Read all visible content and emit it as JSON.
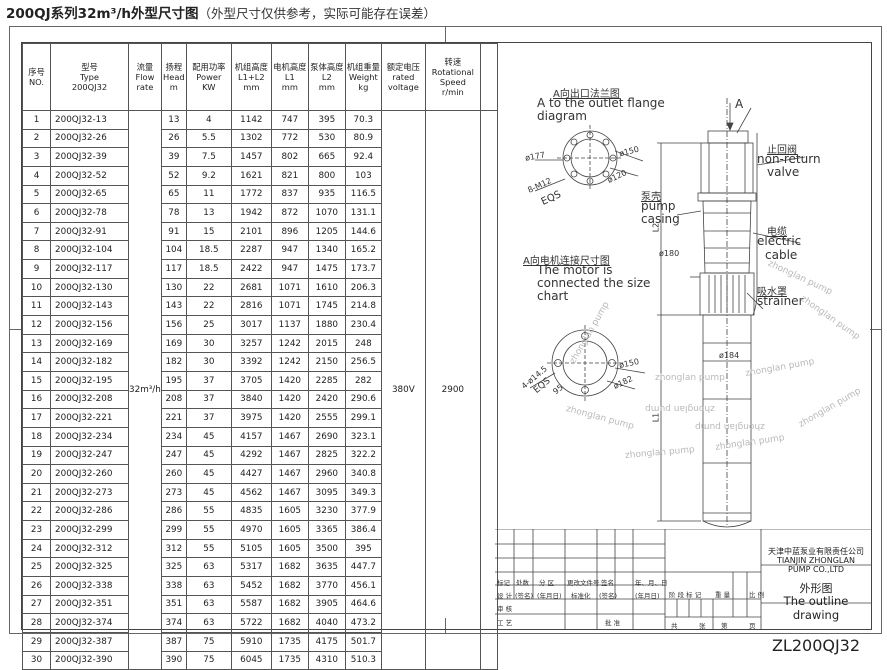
{
  "title": {
    "main": "200QJ系列32m³/h外型尺寸图",
    "note": "（外型尺寸仅供参考，实际可能存在误差）"
  },
  "table": {
    "headers": [
      {
        "cn": "序号",
        "en": "NO."
      },
      {
        "cn": "型号",
        "en": "Type 200QJ32"
      },
      {
        "cn": "流量",
        "en": "Flow rate"
      },
      {
        "cn": "扬程",
        "en": "Head m"
      },
      {
        "cn": "配用功率",
        "en": "Power KW"
      },
      {
        "cn": "机组高度",
        "en": "L1+L2 mm"
      },
      {
        "cn": "电机高度",
        "en": "L1 mm"
      },
      {
        "cn": "泵体高度",
        "en": "L2 mm"
      },
      {
        "cn": "机组重量",
        "en": "Weight kg"
      },
      {
        "cn": "额定电压",
        "en": "rated voltage"
      },
      {
        "cn": "转速",
        "en": "Rotational Speed r/min"
      }
    ],
    "flow_rate": "32m³/h",
    "voltage": "380V",
    "speed": "2900",
    "rows": [
      [
        "1",
        "200QJ32-13",
        "13",
        "4",
        "1142",
        "747",
        "395",
        "70.3"
      ],
      [
        "2",
        "200QJ32-26",
        "26",
        "5.5",
        "1302",
        "772",
        "530",
        "80.9"
      ],
      [
        "3",
        "200QJ32-39",
        "39",
        "7.5",
        "1457",
        "802",
        "665",
        "92.4"
      ],
      [
        "4",
        "200QJ32-52",
        "52",
        "9.2",
        "1621",
        "821",
        "800",
        "103"
      ],
      [
        "5",
        "200QJ32-65",
        "65",
        "11",
        "1772",
        "837",
        "935",
        "116.5"
      ],
      [
        "6",
        "200QJ32-78",
        "78",
        "13",
        "1942",
        "872",
        "1070",
        "131.1"
      ],
      [
        "7",
        "200QJ32-91",
        "91",
        "15",
        "2101",
        "896",
        "1205",
        "144.6"
      ],
      [
        "8",
        "200QJ32-104",
        "104",
        "18.5",
        "2287",
        "947",
        "1340",
        "165.2"
      ],
      [
        "9",
        "200QJ32-117",
        "117",
        "18.5",
        "2422",
        "947",
        "1475",
        "173.7"
      ],
      [
        "10",
        "200QJ32-130",
        "130",
        "22",
        "2681",
        "1071",
        "1610",
        "206.3"
      ],
      [
        "11",
        "200QJ32-143",
        "143",
        "22",
        "2816",
        "1071",
        "1745",
        "214.8"
      ],
      [
        "12",
        "200QJ32-156",
        "156",
        "25",
        "3017",
        "1137",
        "1880",
        "230.4"
      ],
      [
        "13",
        "200QJ32-169",
        "169",
        "30",
        "3257",
        "1242",
        "2015",
        "248"
      ],
      [
        "14",
        "200QJ32-182",
        "182",
        "30",
        "3392",
        "1242",
        "2150",
        "256.5"
      ],
      [
        "15",
        "200QJ32-195",
        "195",
        "37",
        "3705",
        "1420",
        "2285",
        "282"
      ],
      [
        "16",
        "200QJ32-208",
        "208",
        "37",
        "3840",
        "1420",
        "2420",
        "290.6"
      ],
      [
        "17",
        "200QJ32-221",
        "221",
        "37",
        "3975",
        "1420",
        "2555",
        "299.1"
      ],
      [
        "18",
        "200QJ32-234",
        "234",
        "45",
        "4157",
        "1467",
        "2690",
        "323.1"
      ],
      [
        "19",
        "200QJ32-247",
        "247",
        "45",
        "4292",
        "1467",
        "2825",
        "322.2"
      ],
      [
        "20",
        "200QJ32-260",
        "260",
        "45",
        "4427",
        "1467",
        "2960",
        "340.8"
      ],
      [
        "21",
        "200QJ32-273",
        "273",
        "45",
        "4562",
        "1467",
        "3095",
        "349.3"
      ],
      [
        "22",
        "200QJ32-286",
        "286",
        "55",
        "4835",
        "1605",
        "3230",
        "377.9"
      ],
      [
        "23",
        "200QJ32-299",
        "299",
        "55",
        "4970",
        "1605",
        "3365",
        "386.4"
      ],
      [
        "24",
        "200QJ32-312",
        "312",
        "55",
        "5105",
        "1605",
        "3500",
        "395"
      ],
      [
        "25",
        "200QJ32-325",
        "325",
        "63",
        "5317",
        "1682",
        "3635",
        "447.7"
      ],
      [
        "26",
        "200QJ32-338",
        "338",
        "63",
        "5452",
        "1682",
        "3770",
        "456.1"
      ],
      [
        "27",
        "200QJ32-351",
        "351",
        "63",
        "5587",
        "1682",
        "3905",
        "464.6"
      ],
      [
        "28",
        "200QJ32-374",
        "374",
        "63",
        "5722",
        "1682",
        "4040",
        "473.2"
      ],
      [
        "29",
        "200QJ32-387",
        "387",
        "75",
        "5910",
        "1735",
        "4175",
        "501.7"
      ],
      [
        "30",
        "200QJ32-390",
        "390",
        "75",
        "6045",
        "1735",
        "4310",
        "510.3"
      ]
    ]
  },
  "drawing": {
    "outlet_cn": "A向出口法兰图",
    "outlet_en1": "A to the outlet flange",
    "outlet_en2": "diagram",
    "arrow_a": "A",
    "d177": "ø177",
    "d150a": "ø150",
    "d120": "ø120",
    "bolts": "8-M12",
    "eqs1": "EQS",
    "check_cn": "止回阀",
    "check_en1": "non-return",
    "check_en2": "valve",
    "casing_cn": "泵壳",
    "casing_en1": "pump",
    "casing_en2": "casing",
    "cable_cn": "电缆",
    "cable_en1": "electric",
    "cable_en2": "cable",
    "motor_cn": "A向电机连接尺寸图",
    "motor_en1": "The motor is",
    "motor_en2": "connected the size",
    "motor_en3": "chart",
    "d180": "ø180",
    "strainer_cn": "吸水罩",
    "strainer_en": "strainer",
    "d184": "ø184",
    "d150b": "ø150",
    "d182": "ø182",
    "holes": "4-ø14.5",
    "eqs2": "EQS",
    "d95": "95",
    "l1": "L1",
    "l2": "L2",
    "watermark": "zhonglan pump"
  },
  "title_block": {
    "company_cn": "天津中蓝泵业有限责任公司",
    "company_en1": "TIANJIN ZHONGLAN",
    "company_en2": "PUMP CO.,LTD",
    "drawing_cn": "外形图",
    "drawing_en1": "The outline",
    "drawing_en2": "drawing",
    "drawing_no": "ZL200QJ32",
    "row1": [
      "标记",
      "处数",
      "分 区",
      "更改文件号",
      "签名",
      "年、月、日"
    ],
    "row2": [
      "设 计",
      "(签名)",
      "(年月日)",
      "标准化",
      "(签名)",
      "(年月日)"
    ],
    "row2b": [
      "阶 段 标 记",
      "重 量",
      "比 例"
    ],
    "review": "审 核",
    "process": "工 艺",
    "approve": "批 准",
    "sheets": [
      "共",
      "张",
      "第",
      "页"
    ]
  }
}
